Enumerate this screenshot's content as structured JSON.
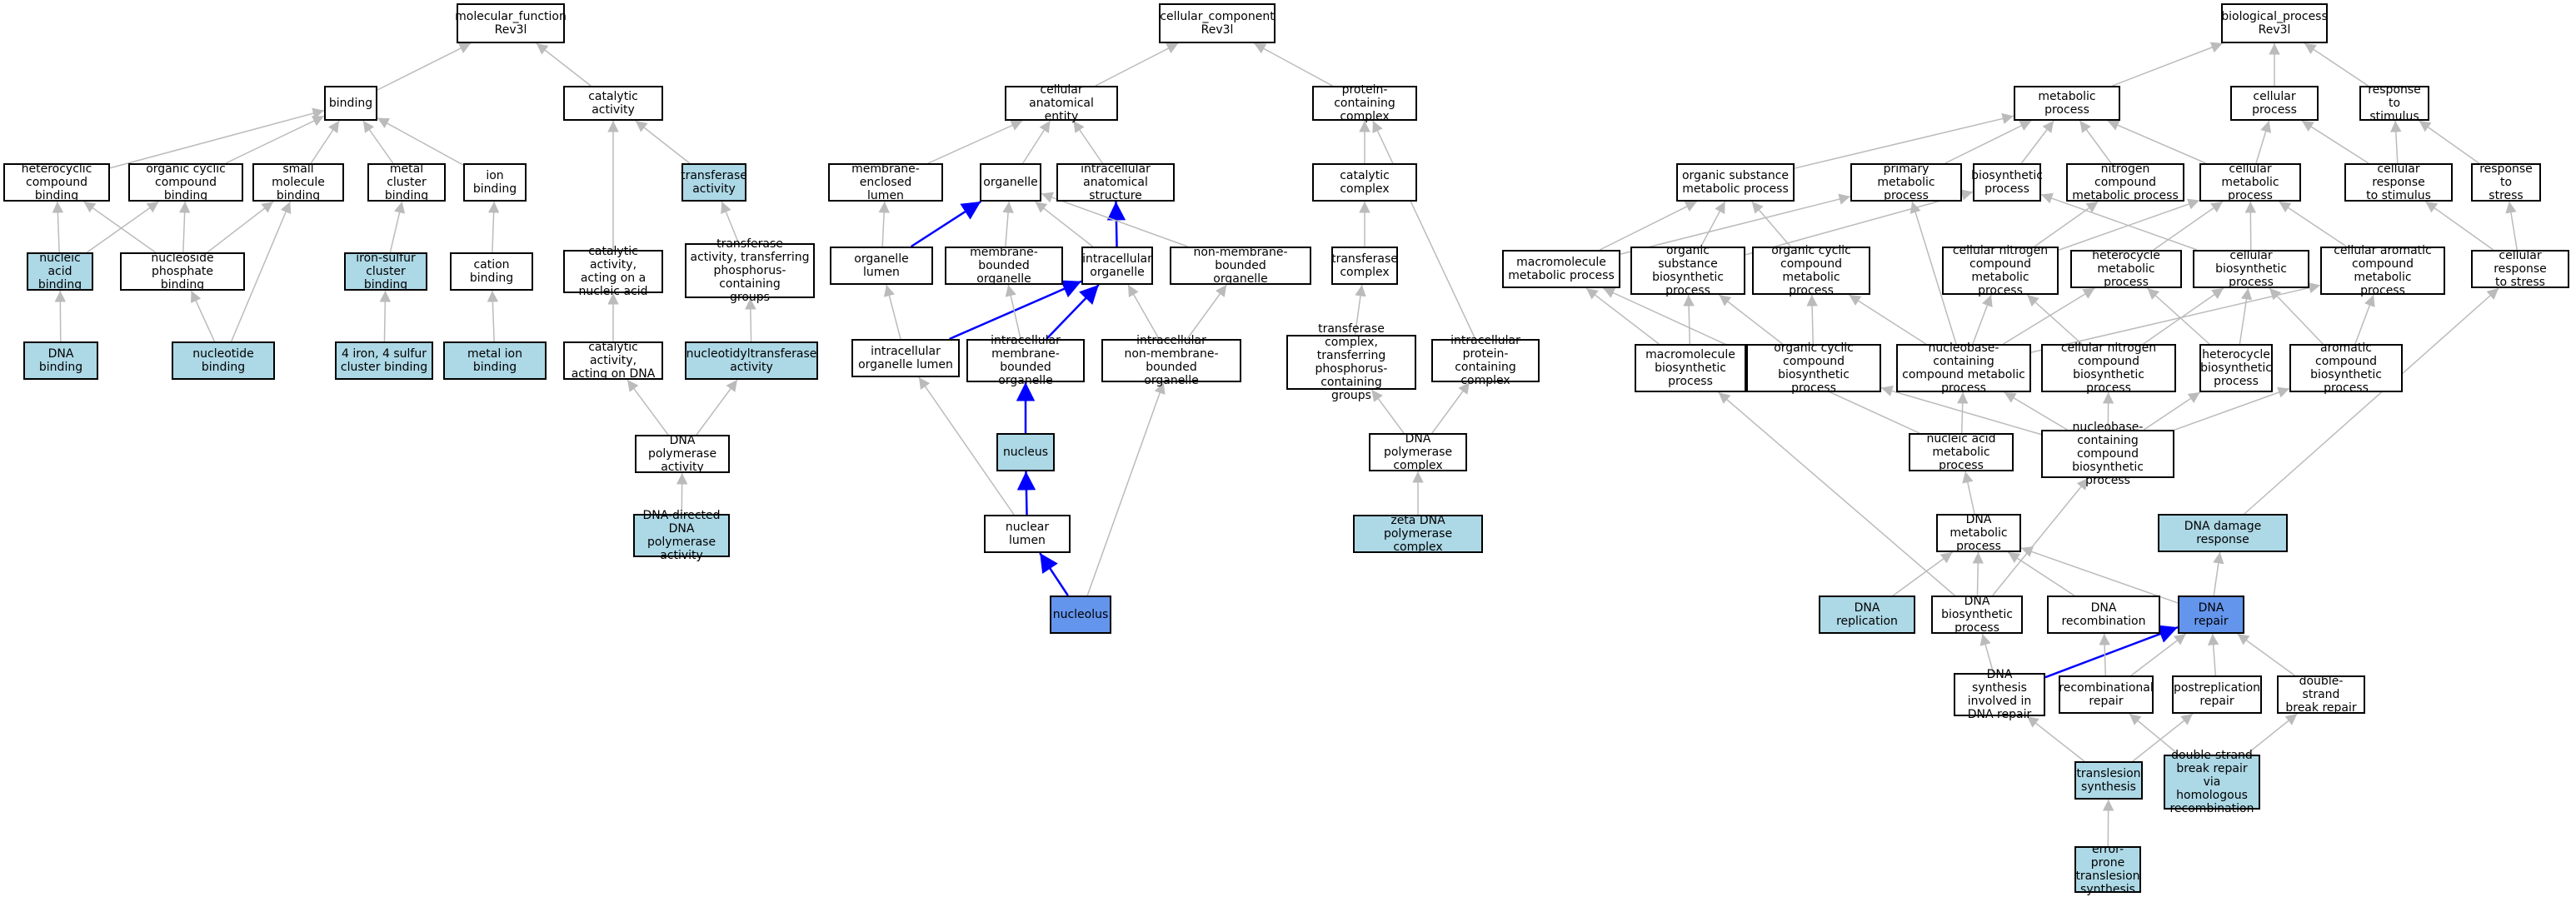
{
  "colors": {
    "plain": "#ffffff",
    "light": "#add8e6",
    "dark": "#6495ed",
    "edge": "#bbbbbb",
    "highlight_edge": "#0000ff"
  },
  "nodes": {
    "mf": {
      "label": "molecular_function\nRev3l",
      "style": "plain"
    },
    "bind": {
      "label": "binding",
      "style": "plain"
    },
    "cata": {
      "label": "catalytic activity",
      "style": "plain"
    },
    "hcb": {
      "label": "heterocyclic\ncompound binding",
      "style": "plain"
    },
    "occb": {
      "label": "organic cyclic\ncompound binding",
      "style": "plain"
    },
    "smb": {
      "label": "small molecule\nbinding",
      "style": "plain"
    },
    "mcb": {
      "label": "metal cluster\nbinding",
      "style": "plain"
    },
    "ionb": {
      "label": "ion binding",
      "style": "plain"
    },
    "tfa": {
      "label": "transferase\nactivity",
      "style": "light"
    },
    "nab": {
      "label": "nucleic acid\nbinding",
      "style": "light"
    },
    "npb": {
      "label": "nucleoside phosphate\nbinding",
      "style": "plain"
    },
    "iscb": {
      "label": "iron-sulfur\ncluster binding",
      "style": "light"
    },
    "catb": {
      "label": "cation binding",
      "style": "plain"
    },
    "cana": {
      "label": "catalytic activity,\nacting on a\nnucleic acid",
      "style": "plain"
    },
    "tfpp": {
      "label": "transferase\nactivity, transferring\nphosphorus-containing\ngroups",
      "style": "plain"
    },
    "dnab": {
      "label": "DNA binding",
      "style": "light"
    },
    "ntb": {
      "label": "nucleotide binding",
      "style": "light"
    },
    "fe4s": {
      "label": "4 iron, 4 sulfur\ncluster binding",
      "style": "light"
    },
    "mib": {
      "label": "metal ion binding",
      "style": "light"
    },
    "cadn": {
      "label": "catalytic activity,\nacting on DNA",
      "style": "plain"
    },
    "nta": {
      "label": "nucleotidyltransferase\nactivity",
      "style": "light"
    },
    "dpa": {
      "label": "DNA polymerase\nactivity",
      "style": "plain"
    },
    "ddpa": {
      "label": "DNA-directed\nDNA polymerase\nactivity",
      "style": "light"
    },
    "cc": {
      "label": "cellular_component\nRev3l",
      "style": "plain"
    },
    "cae": {
      "label": "cellular anatomical\nentity",
      "style": "plain"
    },
    "pcc": {
      "label": "protein-containing\ncomplex",
      "style": "plain"
    },
    "mel": {
      "label": "membrane-enclosed\nlumen",
      "style": "plain"
    },
    "org": {
      "label": "organelle",
      "style": "plain"
    },
    "ias": {
      "label": "intracellular\nanatomical structure",
      "style": "plain"
    },
    "catc": {
      "label": "catalytic complex",
      "style": "plain"
    },
    "orgl": {
      "label": "organelle lumen",
      "style": "plain"
    },
    "mbo": {
      "label": "membrane-bounded\norganelle",
      "style": "plain"
    },
    "io": {
      "label": "intracellular\norganelle",
      "style": "plain"
    },
    "nmbo": {
      "label": "non-membrane-bounded\norganelle",
      "style": "plain"
    },
    "tfc": {
      "label": "transferase\ncomplex",
      "style": "plain"
    },
    "iol": {
      "label": "intracellular\norganelle lumen",
      "style": "plain"
    },
    "imbo": {
      "label": "intracellular\nmembrane-bounded\norganelle",
      "style": "plain"
    },
    "inmbo": {
      "label": "intracellular\nnon-membrane-bounded\norganelle",
      "style": "plain"
    },
    "tfcp": {
      "label": "transferase\ncomplex, transferring\nphosphorus-containing\ngroups",
      "style": "plain"
    },
    "ipcc": {
      "label": "intracellular\nprotein-containing\ncomplex",
      "style": "plain"
    },
    "nuc": {
      "label": "nucleus",
      "style": "light"
    },
    "dpc": {
      "label": "DNA polymerase\ncomplex",
      "style": "plain"
    },
    "nl": {
      "label": "nuclear lumen",
      "style": "plain"
    },
    "zdpc": {
      "label": "zeta DNA polymerase\ncomplex",
      "style": "light"
    },
    "nucl": {
      "label": "nucleolus",
      "style": "dark"
    },
    "bp": {
      "label": "biological_process\nRev3l",
      "style": "plain"
    },
    "mp": {
      "label": "metabolic process",
      "style": "plain"
    },
    "cp": {
      "label": "cellular process",
      "style": "plain"
    },
    "rts": {
      "label": "response to\nstimulus",
      "style": "plain"
    },
    "osmp": {
      "label": "organic substance\nmetabolic process",
      "style": "plain"
    },
    "pmp": {
      "label": "primary metabolic\nprocess",
      "style": "plain"
    },
    "bsp": {
      "label": "biosynthetic\nprocess",
      "style": "plain"
    },
    "ncmp": {
      "label": "nitrogen compound\nmetabolic process",
      "style": "plain"
    },
    "cmp": {
      "label": "cellular metabolic\nprocess",
      "style": "plain"
    },
    "crs": {
      "label": "cellular response\nto stimulus",
      "style": "plain"
    },
    "rtst": {
      "label": "response to\nstress",
      "style": "plain"
    },
    "mmp": {
      "label": "macromolecule\nmetabolic process",
      "style": "plain"
    },
    "osbp": {
      "label": "organic substance\nbiosynthetic\nprocess",
      "style": "plain"
    },
    "occm": {
      "label": "organic cyclic\ncompound metabolic\nprocess",
      "style": "plain"
    },
    "cncm": {
      "label": "cellular nitrogen\ncompound metabolic\nprocess",
      "style": "plain"
    },
    "hmp": {
      "label": "heterocycle\nmetabolic process",
      "style": "plain"
    },
    "cbp": {
      "label": "cellular biosynthetic\nprocess",
      "style": "plain"
    },
    "cacm": {
      "label": "cellular aromatic\ncompound metabolic\nprocess",
      "style": "plain"
    },
    "crst": {
      "label": "cellular response\nto stress",
      "style": "plain"
    },
    "mbp": {
      "label": "macromolecule\nbiosynthetic\nprocess",
      "style": "plain"
    },
    "occb2": {
      "label": "organic cyclic\ncompound biosynthetic\nprocess",
      "style": "plain"
    },
    "nbcm": {
      "label": "nucleobase-containing\ncompound metabolic\nprocess",
      "style": "plain"
    },
    "cncb": {
      "label": "cellular nitrogen\ncompound biosynthetic\nprocess",
      "style": "plain"
    },
    "hbp": {
      "label": "heterocycle\nbiosynthetic\nprocess",
      "style": "plain"
    },
    "acbp": {
      "label": "aromatic compound\nbiosynthetic\nprocess",
      "style": "plain"
    },
    "nacm": {
      "label": "nucleic acid\nmetabolic process",
      "style": "plain"
    },
    "nbcb": {
      "label": "nucleobase-containing\ncompound biosynthetic\nprocess",
      "style": "plain"
    },
    "dnamp": {
      "label": "DNA metabolic\nprocess",
      "style": "plain"
    },
    "ddr": {
      "label": "DNA damage response",
      "style": "light"
    },
    "drep": {
      "label": "DNA replication",
      "style": "light"
    },
    "dbp": {
      "label": "DNA biosynthetic\nprocess",
      "style": "plain"
    },
    "drec": {
      "label": "DNA recombination",
      "style": "plain"
    },
    "drpr": {
      "label": "DNA repair",
      "style": "dark"
    },
    "dsdr": {
      "label": "DNA synthesis\ninvolved in\nDNA repair",
      "style": "plain"
    },
    "recr": {
      "label": "recombinational\nrepair",
      "style": "plain"
    },
    "pstr": {
      "label": "postreplication\nrepair",
      "style": "plain"
    },
    "dsbr": {
      "label": "double-strand\nbreak repair",
      "style": "plain"
    },
    "tls": {
      "label": "translesion\nsynthesis",
      "style": "light"
    },
    "dshr": {
      "label": "double-strand\nbreak repair\nvia homologous\nrecombination",
      "style": "light"
    },
    "eptl": {
      "label": "error-prone\ntranslesion\nsynthesis",
      "style": "light"
    }
  },
  "edges": [
    [
      "bind",
      "mf"
    ],
    [
      "cata",
      "mf"
    ],
    [
      "hcb",
      "bind"
    ],
    [
      "occb",
      "bind"
    ],
    [
      "smb",
      "bind"
    ],
    [
      "mcb",
      "bind"
    ],
    [
      "ionb",
      "bind"
    ],
    [
      "tfa",
      "cata"
    ],
    [
      "cana",
      "cata"
    ],
    [
      "nab",
      "hcb"
    ],
    [
      "nab",
      "occb"
    ],
    [
      "npb",
      "hcb"
    ],
    [
      "npb",
      "occb"
    ],
    [
      "npb",
      "smb"
    ],
    [
      "iscb",
      "mcb"
    ],
    [
      "catb",
      "ionb"
    ],
    [
      "dnab",
      "nab"
    ],
    [
      "ntb",
      "npb"
    ],
    [
      "ntb",
      "smb"
    ],
    [
      "fe4s",
      "iscb"
    ],
    [
      "mib",
      "catb"
    ],
    [
      "tfpp",
      "tfa"
    ],
    [
      "cadn",
      "cana"
    ],
    [
      "nta",
      "tfpp"
    ],
    [
      "dpa",
      "cadn"
    ],
    [
      "dpa",
      "nta"
    ],
    [
      "ddpa",
      "dpa"
    ],
    [
      "cae",
      "cc"
    ],
    [
      "pcc",
      "cc"
    ],
    [
      "mel",
      "cae"
    ],
    [
      "org",
      "cae"
    ],
    [
      "ias",
      "cae"
    ],
    [
      "catc",
      "pcc"
    ],
    [
      "ipcc",
      "pcc"
    ],
    [
      "orgl",
      "mel"
    ],
    [
      "orgl",
      "org",
      "hl"
    ],
    [
      "mbo",
      "org"
    ],
    [
      "io",
      "org"
    ],
    [
      "io",
      "ias",
      "hl"
    ],
    [
      "nmbo",
      "org"
    ],
    [
      "tfc",
      "catc"
    ],
    [
      "tfcp",
      "tfc"
    ],
    [
      "iol",
      "orgl"
    ],
    [
      "iol",
      "io",
      "hl"
    ],
    [
      "imbo",
      "mbo"
    ],
    [
      "imbo",
      "io",
      "hl"
    ],
    [
      "inmbo",
      "io"
    ],
    [
      "inmbo",
      "nmbo"
    ],
    [
      "nuc",
      "imbo",
      "hl"
    ],
    [
      "nl",
      "iol"
    ],
    [
      "nl",
      "nuc",
      "hl"
    ],
    [
      "nucl",
      "nl",
      "hl"
    ],
    [
      "nucl",
      "inmbo"
    ],
    [
      "dpc",
      "tfcp"
    ],
    [
      "dpc",
      "ipcc"
    ],
    [
      "zdpc",
      "dpc"
    ],
    [
      "mp",
      "bp"
    ],
    [
      "cp",
      "bp"
    ],
    [
      "rts",
      "bp"
    ],
    [
      "osmp",
      "mp"
    ],
    [
      "pmp",
      "mp"
    ],
    [
      "bsp",
      "mp"
    ],
    [
      "ncmp",
      "mp"
    ],
    [
      "cmp",
      "mp"
    ],
    [
      "cmp",
      "cp"
    ],
    [
      "crs",
      "cp"
    ],
    [
      "crs",
      "rts"
    ],
    [
      "rtst",
      "rts"
    ],
    [
      "mmp",
      "osmp"
    ],
    [
      "mmp",
      "pmp"
    ],
    [
      "osbp",
      "osmp"
    ],
    [
      "osbp",
      "bsp"
    ],
    [
      "occm",
      "osmp"
    ],
    [
      "cncm",
      "ncmp"
    ],
    [
      "cncm",
      "cmp"
    ],
    [
      "hmp",
      "cmp"
    ],
    [
      "cbp",
      "cmp"
    ],
    [
      "cbp",
      "bsp"
    ],
    [
      "cacm",
      "cmp"
    ],
    [
      "crst",
      "crs"
    ],
    [
      "crst",
      "rtst"
    ],
    [
      "mbp",
      "mmp"
    ],
    [
      "mbp",
      "osbp"
    ],
    [
      "occb2",
      "occm"
    ],
    [
      "occb2",
      "osbp"
    ],
    [
      "nbcm",
      "occm"
    ],
    [
      "nbcm",
      "cncm"
    ],
    [
      "nbcm",
      "hmp"
    ],
    [
      "nbcm",
      "cacm"
    ],
    [
      "nbcm",
      "pmp"
    ],
    [
      "cncb",
      "cncm"
    ],
    [
      "cncb",
      "cbp"
    ],
    [
      "hbp",
      "hmp"
    ],
    [
      "hbp",
      "cbp"
    ],
    [
      "acbp",
      "cacm"
    ],
    [
      "acbp",
      "cbp"
    ],
    [
      "nacm",
      "nbcm"
    ],
    [
      "nacm",
      "mmp"
    ],
    [
      "nbcb",
      "nbcm"
    ],
    [
      "nbcb",
      "cncb"
    ],
    [
      "nbcb",
      "hbp"
    ],
    [
      "nbcb",
      "acbp"
    ],
    [
      "nbcb",
      "occb2"
    ],
    [
      "dnamp",
      "nacm"
    ],
    [
      "ddr",
      "crst"
    ],
    [
      "drep",
      "dnamp"
    ],
    [
      "dbp",
      "dnamp"
    ],
    [
      "dbp",
      "mbp"
    ],
    [
      "dbp",
      "nbcb"
    ],
    [
      "drec",
      "dnamp"
    ],
    [
      "drpr",
      "dnamp"
    ],
    [
      "drpr",
      "ddr"
    ],
    [
      "dsdr",
      "dbp"
    ],
    [
      "dsdr",
      "drpr",
      "hl"
    ],
    [
      "recr",
      "drec"
    ],
    [
      "recr",
      "drpr"
    ],
    [
      "pstr",
      "drpr"
    ],
    [
      "dsbr",
      "drpr"
    ],
    [
      "tls",
      "dsdr"
    ],
    [
      "tls",
      "pstr"
    ],
    [
      "dshr",
      "recr"
    ],
    [
      "dshr",
      "dsbr"
    ],
    [
      "eptl",
      "tls"
    ]
  ]
}
